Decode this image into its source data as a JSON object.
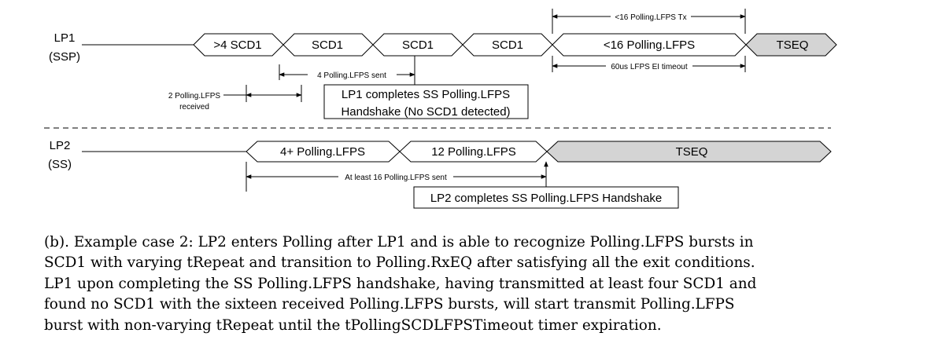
{
  "lanes": {
    "lp1": {
      "name": "LP1",
      "sub": "(SSP)"
    },
    "lp2": {
      "name": "LP2",
      "sub": "(SS)"
    }
  },
  "lp1_segments": [
    "&gt;4 SCD1",
    "SCD1",
    "SCD1",
    "SCD1",
    "&lt;16 Polling.LFPS",
    "TSEQ"
  ],
  "lp2_segments": [
    "4+ Polling.LFPS",
    "12 Polling.LFPS",
    "TSEQ"
  ],
  "annotations": {
    "tx16": "&lt;16 Polling.LFPS Tx",
    "ei_timeout": "60us LFPS EI timeout",
    "sent4": "4 Polling.LFPS sent",
    "received2_line1": "2 Polling.LFPS",
    "received2_line2": "received",
    "sent16": "At least 16 Polling.LFPS sent"
  },
  "boxes": {
    "lp1_complete_line1": "LP1 completes SS Polling.LFPS",
    "lp1_complete_line2": "Handshake (No SCD1 detected)",
    "lp2_complete": "LP2 completes SS Polling.LFPS Handshake"
  },
  "caption_lines": [
    "(b).  Example case 2: LP2 enters Polling after LP1 and is able to recognize Polling.LFPS bursts in",
    "SCD1 with varying tRepeat and transition to Polling.RxEQ after satisfying all the exit conditions.",
    "LP1 upon completing the SS Polling.LFPS handshake, having transmitted at least four SCD1 and",
    "found no SCD1 with the sixteen received Polling.LFPS bursts, will start transmit Polling.LFPS",
    "burst with non-varying tRepeat until the tPollingSCDLFPSTimeout timer expiration."
  ],
  "colors": {
    "tseq_fill": "#d4d4d4",
    "line": "#000000"
  }
}
